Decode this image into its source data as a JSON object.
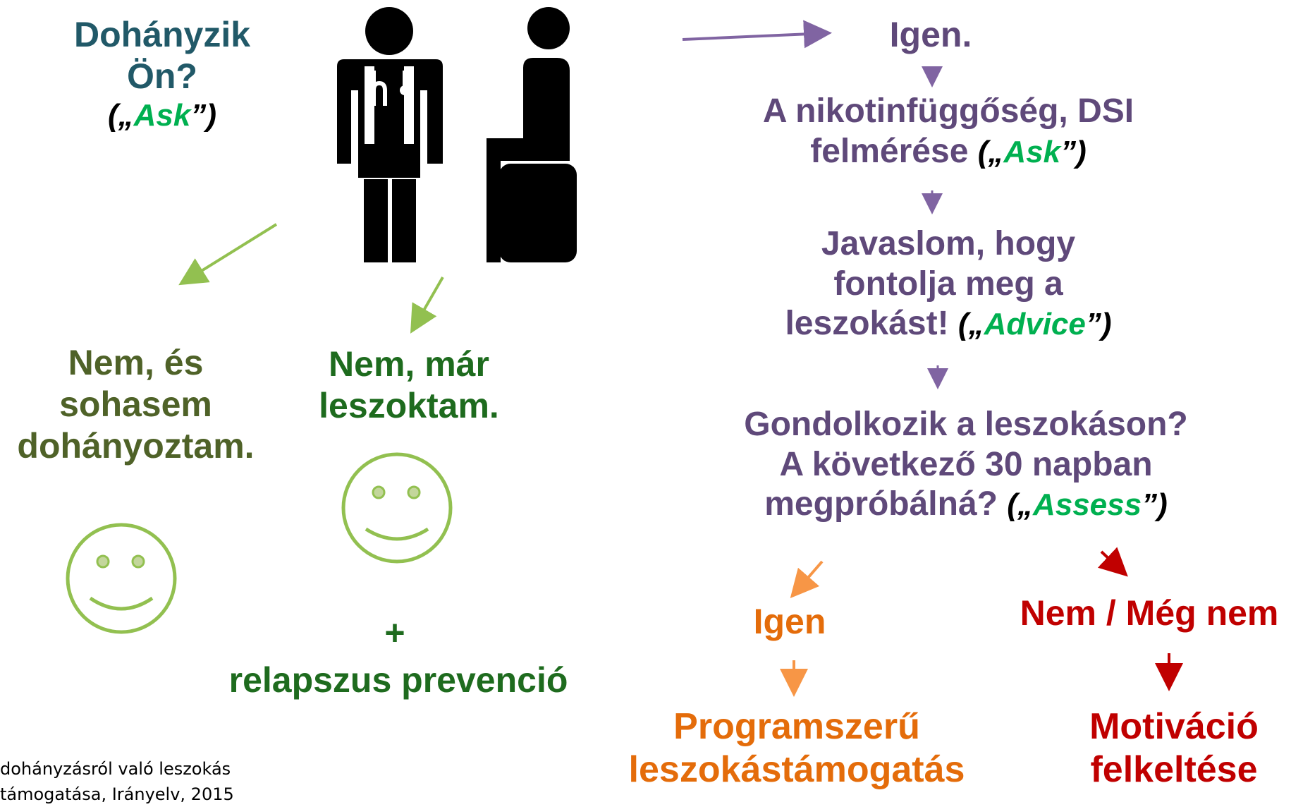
{
  "question": {
    "line1": "Dohányzik",
    "line2": "Ön?",
    "tag_open": "(„",
    "tag_kw": "Ask",
    "tag_close": "”)"
  },
  "left": {
    "never": {
      "line1": "Nem, és",
      "line2": "sohasem",
      "line3": "dohányoztam."
    },
    "quit": {
      "line1": "Nem, már",
      "line2": "leszoktam."
    },
    "plus": "+",
    "relapse": "relapszus prevenció"
  },
  "right": {
    "yes": "Igen.",
    "assess_dependence": {
      "line1": "A nikotinfüggőség, DSI",
      "line2": "felmérése",
      "tag_open": "(„",
      "tag_kw": "Ask",
      "tag_close": "”)"
    },
    "advice": {
      "line1": "Javaslom, hogy",
      "line2": "fontolja meg a",
      "line3": "leszokást!",
      "tag_open": "(„",
      "tag_kw": "Advice",
      "tag_close": "”)"
    },
    "assess": {
      "line1": "Gondolkozik a leszokáson?",
      "line2": "A következő 30 napban",
      "line3": "megpróbálná?",
      "tag_open": "(„",
      "tag_kw": "Assess",
      "tag_close": "”)"
    },
    "branch_yes": "Igen",
    "branch_no": "Nem / Még nem",
    "program": {
      "line1": "Programszerű",
      "line2": "leszokástámogatás"
    },
    "motivation": {
      "line1": "Motiváció",
      "line2": "felkeltése"
    }
  },
  "source": {
    "line1": "dohányzásról való leszokás",
    "line2": "támogatása, Irányelv, 2015"
  },
  "colors": {
    "teal": "#215968",
    "olive_text": "#4f6228",
    "dark_green_text": "#1e6b1e",
    "light_green_arrows_faces": "#92c050",
    "purple": "#5f497a",
    "purple_arrow": "#8064a2",
    "orange": "#e46c0a",
    "red": "#c00000",
    "keyword_green": "#00b050"
  },
  "icons": [
    "doctor-icon",
    "seated-patient-icon",
    "smiley-face-icon"
  ]
}
